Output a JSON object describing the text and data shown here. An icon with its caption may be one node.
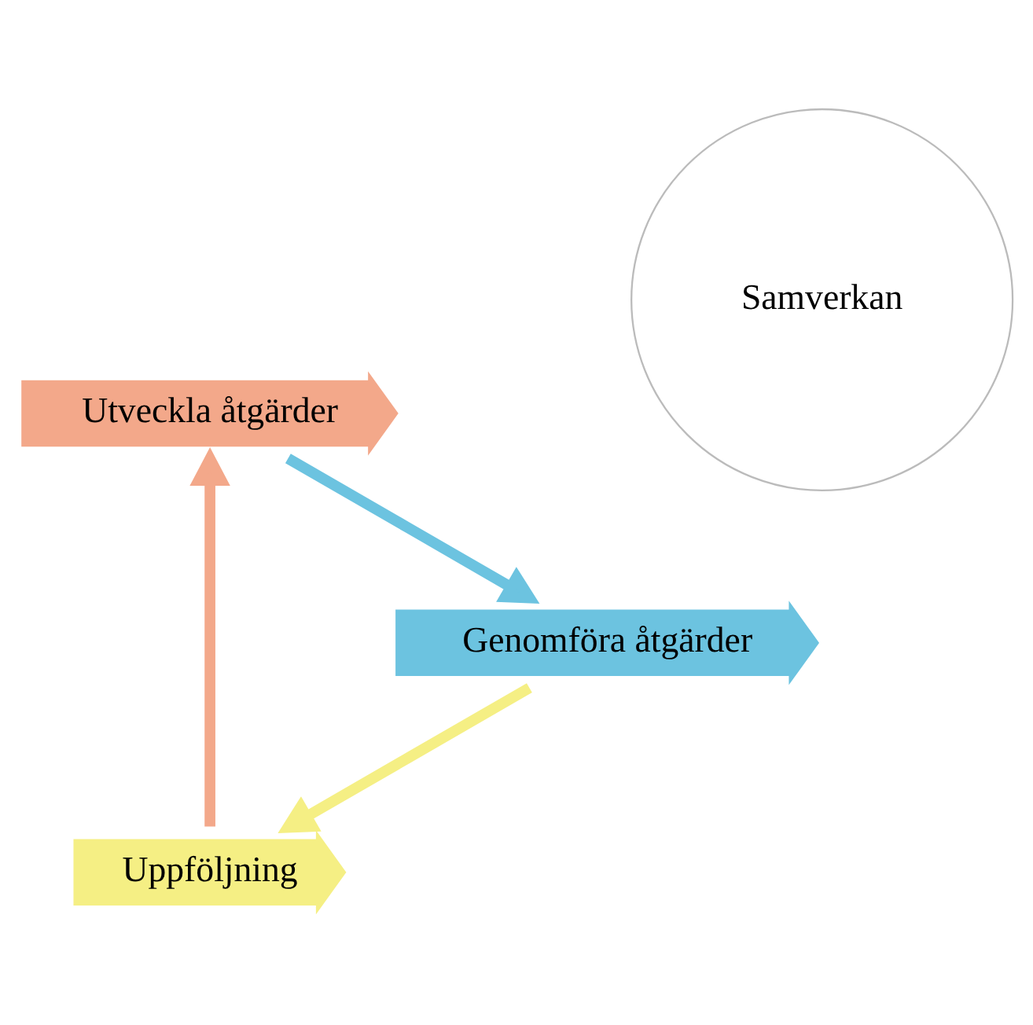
{
  "diagram": {
    "nodes": [
      {
        "text": [
          "Uppföljning"
        ]
      },
      {
        "text": [
          "Utveckla åtgärder"
        ]
      },
      {
        "text": [
          "Genomföra åtgärder"
        ]
      },
      {
        "text": [
          "Samverkan"
        ]
      }
    ],
    "edges": [
      {
        "from": 0,
        "to": 1,
        "arrow": "to",
        "color": "#f3a88a"
      },
      {
        "from": 1,
        "to": 2,
        "arrow": "to",
        "color": "#6cc3e0"
      },
      {
        "from": 2,
        "to": 0,
        "arrow": "to",
        "color": "#f5ef84"
      }
    ]
  }
}
